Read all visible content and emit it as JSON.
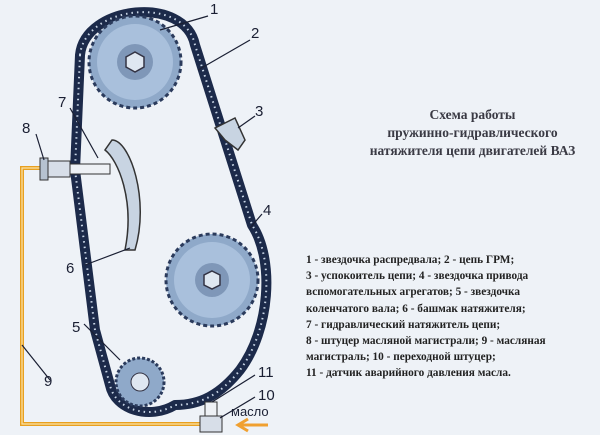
{
  "title": [
    "Схема работы",
    "пружинно-гидравлического",
    "натяжителя цепи двигателей ВАЗ"
  ],
  "legend": [
    "1 - звездочка распредвала; 2 - цепь ГРМ;",
    "3 - успокоитель цепи; 4 - звездочка привода",
    "вспомогательных агрегатов; 5 - звездочка",
    "коленчатого вала; 6 - башмак натяжителя;",
    "7 - гидравлический натяжитель цепи;",
    "8 - штуцер масляной магистрали; 9 - масляная",
    "магистраль; 10 - переходной штуцер;",
    "11 - датчик аварийного давления масла."
  ],
  "callouts": {
    "c1": "1",
    "c2": "2",
    "c3": "3",
    "c4": "4",
    "c5": "5",
    "c6": "6",
    "c7": "7",
    "c8": "8",
    "c9": "9",
    "c10": "10",
    "c11": "11"
  },
  "oil_label": "масло",
  "colors": {
    "chain": "#1c2a4a",
    "sprocket": "#9fb8d6",
    "oil_line": "#e8a020",
    "arrow": "#f0a030"
  }
}
